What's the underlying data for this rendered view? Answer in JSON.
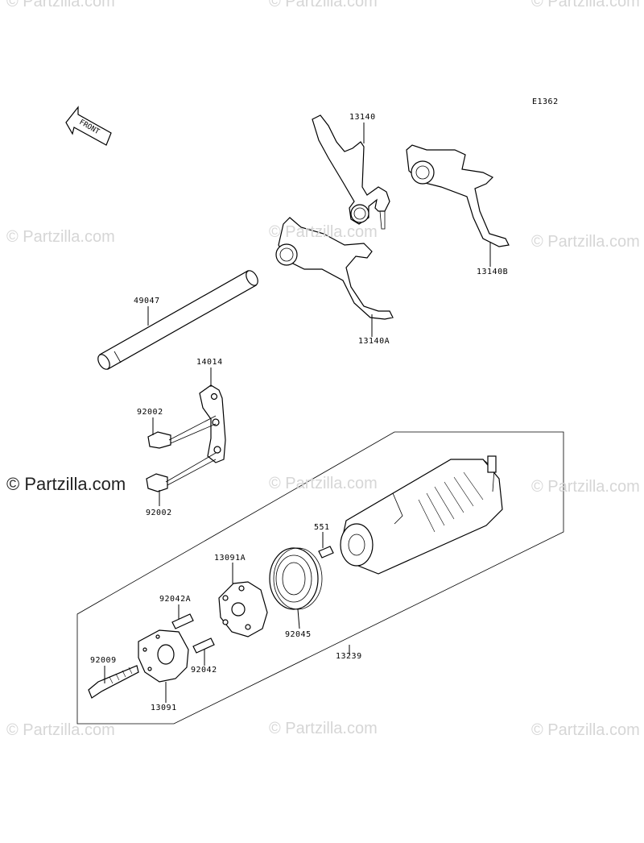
{
  "diagram_code": "E1362",
  "front_label": "FRONT",
  "watermarks": {
    "faint": "© Partzilla.com",
    "dark": "© Partzilla.com"
  },
  "parts": {
    "fork_upper": "13140",
    "fork_right": "13140B",
    "fork_left": "13140A",
    "shaft": "49047",
    "plate": "14014",
    "bolt_upper": "92002",
    "bolt_lower": "92002",
    "pin_drum": "551",
    "cam": "13091A",
    "pin_a": "92042A",
    "bearing": "92045",
    "drum_assembly": "13239",
    "pin_b": "92042",
    "screw": "92009",
    "holder": "13091"
  }
}
